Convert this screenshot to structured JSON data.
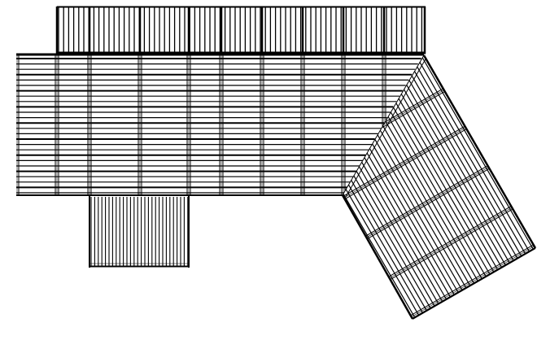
{
  "colors": {
    "background": "#ffffff",
    "line": "#000000"
  },
  "drawing": {
    "type": "deck-framing-plan",
    "sections": [
      "upper-strip",
      "main-deck",
      "lower-extension",
      "angled-deck"
    ]
  }
}
